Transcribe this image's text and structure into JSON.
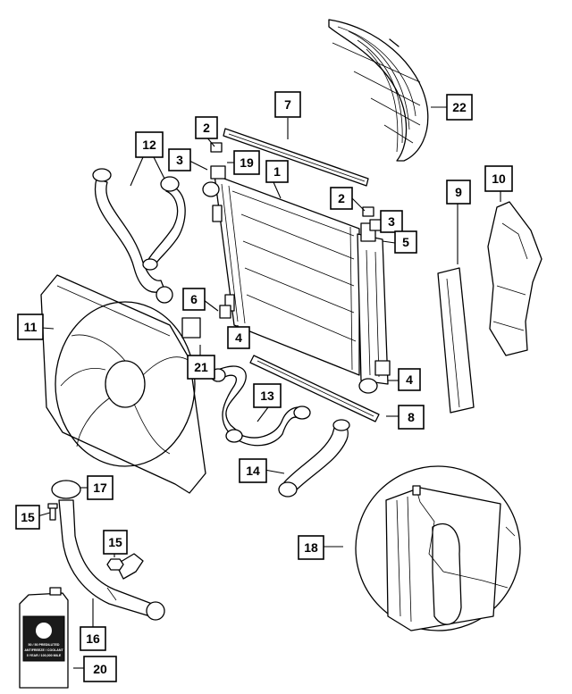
{
  "callouts": {
    "c1": "1",
    "c2a": "2",
    "c2b": "2",
    "c3a": "3",
    "c3b": "3",
    "c4a": "4",
    "c4b": "4",
    "c5": "5",
    "c6": "6",
    "c7": "7",
    "c8": "8",
    "c9": "9",
    "c10": "10",
    "c11": "11",
    "c12": "12",
    "c13": "13",
    "c14": "14",
    "c15a": "15",
    "c15b": "15",
    "c16": "16",
    "c17": "17",
    "c18": "18",
    "c19": "19",
    "c20": "20",
    "c21": "21",
    "c22": "22"
  },
  "coolant_jug": {
    "line1": "50 / 50 PREDILUTED",
    "line2": "ANTIFREEZE / COOLANT",
    "line3": "5 YEAR / 100,000 MILE"
  }
}
